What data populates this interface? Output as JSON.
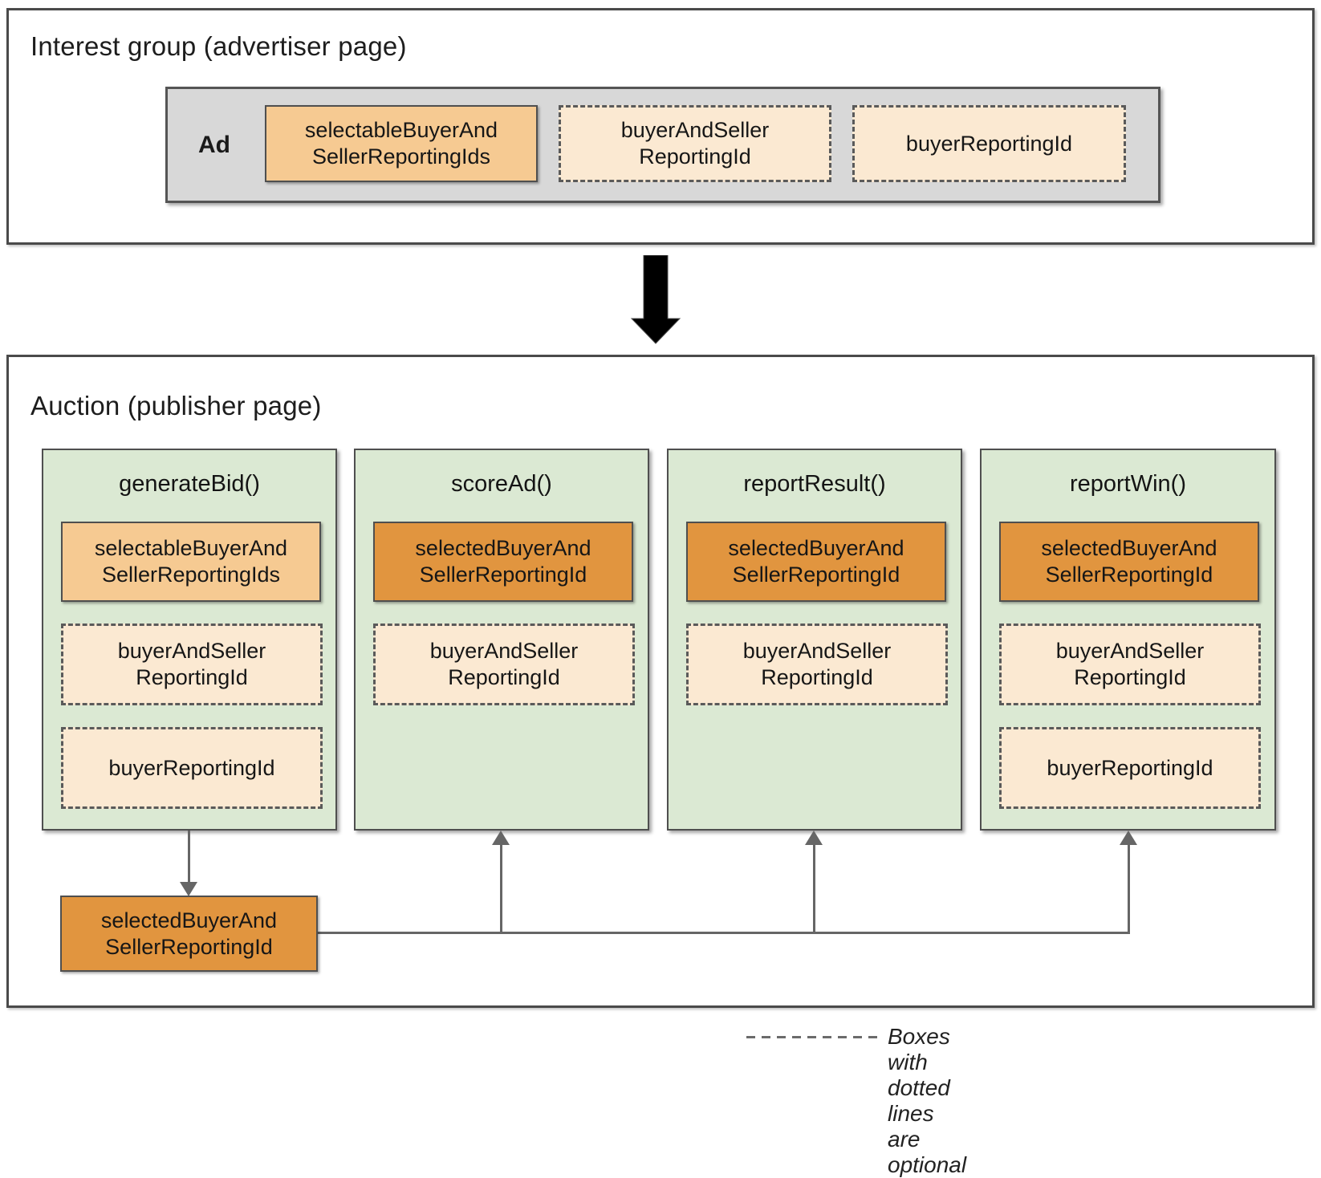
{
  "interest_group": {
    "title": "Interest group (advertiser page)",
    "ad_label": "Ad",
    "boxes": [
      {
        "label": "selectableBuyerAnd\nSellerReportingIds",
        "style": "solid-light"
      },
      {
        "label": "buyerAndSeller\nReportingId",
        "style": "dashed"
      },
      {
        "label": "buyerReportingId",
        "style": "dashed"
      }
    ]
  },
  "auction": {
    "title": "Auction (publisher page)",
    "columns": [
      {
        "title": "generateBid()",
        "boxes": [
          {
            "label": "selectableBuyerAnd\nSellerReportingIds",
            "style": "solid-light"
          },
          {
            "label": "buyerAndSeller\nReportingId",
            "style": "dashed"
          },
          {
            "label": "buyerReportingId",
            "style": "dashed"
          }
        ]
      },
      {
        "title": "scoreAd()",
        "boxes": [
          {
            "label": "selectedBuyerAnd\nSellerReportingId",
            "style": "solid-dark"
          },
          {
            "label": "buyerAndSeller\nReportingId",
            "style": "dashed"
          }
        ]
      },
      {
        "title": "reportResult()",
        "boxes": [
          {
            "label": "selectedBuyerAnd\nSellerReportingId",
            "style": "solid-dark"
          },
          {
            "label": "buyerAndSeller\nReportingId",
            "style": "dashed"
          }
        ]
      },
      {
        "title": "reportWin()",
        "boxes": [
          {
            "label": "selectedBuyerAnd\nSellerReportingId",
            "style": "solid-dark"
          },
          {
            "label": "buyerAndSeller\nReportingId",
            "style": "dashed"
          },
          {
            "label": "buyerReportingId",
            "style": "dashed"
          }
        ]
      }
    ],
    "selected_box": {
      "label": "selectedBuyerAnd\nSellerReportingId",
      "style": "solid-dark"
    }
  },
  "legend": {
    "text": "Boxes with dotted lines are optional"
  },
  "colors": {
    "light_orange": "#f6ca92",
    "dark_orange": "#e1953f",
    "cream": "#fbe9d2",
    "green": "#dbe9d3",
    "gray_fill": "#d8d8d8",
    "border_dark": "#4f4f4f",
    "connector_gray": "#666666",
    "flow_arrow_black": "#000000"
  }
}
